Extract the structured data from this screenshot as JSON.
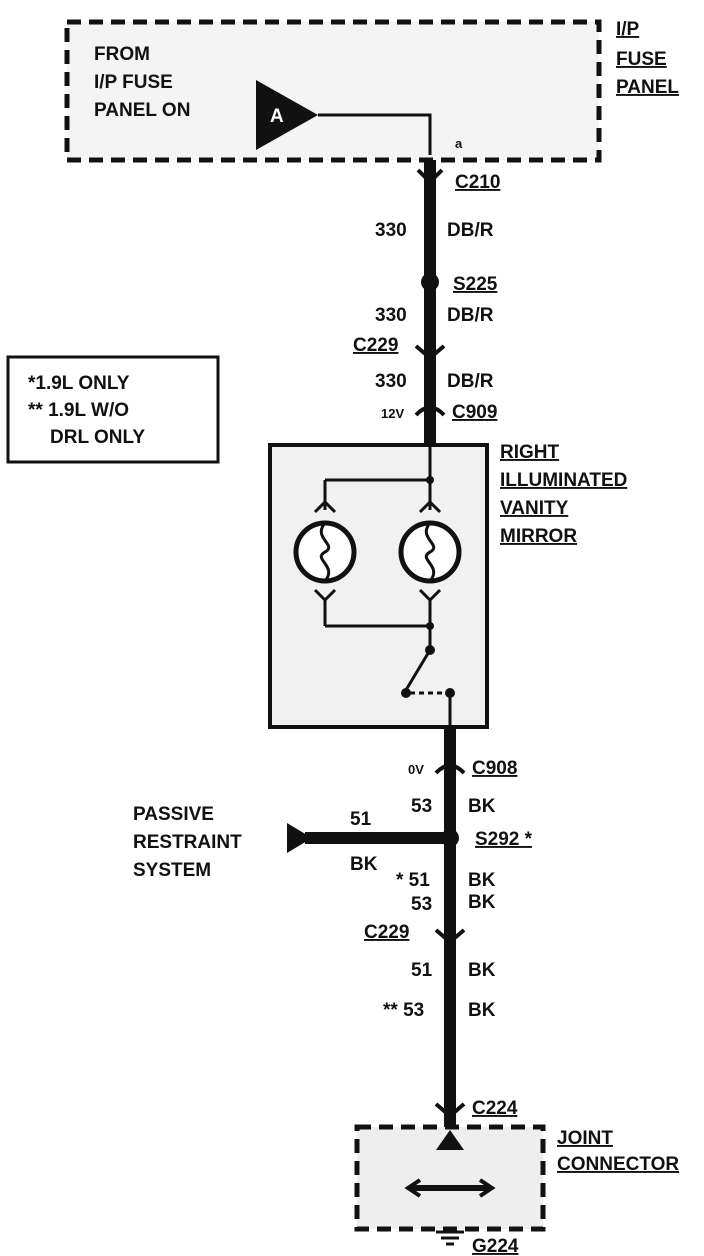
{
  "ip_fuse_panel": {
    "label_lines": [
      "I/P",
      "FUSE",
      "PANEL"
    ],
    "from_lines": [
      "FROM",
      "I/P FUSE",
      "PANEL ON"
    ],
    "arrow_letter": "A",
    "pin": "a"
  },
  "legend": {
    "lines": [
      "*1.9L   ONLY",
      "** 1.9L W/O",
      "DRL ONLY"
    ]
  },
  "wires": {
    "top_a": {
      "circuit": "330",
      "color": "DB/R"
    },
    "top_b": {
      "circuit": "330",
      "color": "DB/R"
    },
    "top_c": {
      "circuit": "330",
      "color": "DB/R"
    },
    "mid": {
      "circuit": "53",
      "color": "BK"
    },
    "passive": {
      "circuit": "51",
      "color": "BK"
    },
    "low_a": {
      "circuit": "* 51",
      "color": "BK"
    },
    "low_b": {
      "circuit": "53",
      "color": "BK"
    },
    "low_c": {
      "circuit": "51",
      "color": "BK"
    },
    "low_d": {
      "circuit": "** 53",
      "color": "BK"
    }
  },
  "connectors": {
    "c210": "C210",
    "s225": "S225",
    "c229_top": "C229",
    "c909": "C909",
    "c908": "C908",
    "s292": "S292 *",
    "c229_bottom": "C229",
    "c224": "C224",
    "g224": "G224"
  },
  "voltages": {
    "v12": "12V",
    "v0": "0V"
  },
  "mirror": {
    "label_lines": [
      "RIGHT",
      "ILLUMINATED",
      "VANITY",
      "MIRROR"
    ]
  },
  "passive_restraint": {
    "label_lines": [
      "PASSIVE",
      "RESTRAINT",
      "SYSTEM"
    ]
  },
  "joint_connector": {
    "label_lines": [
      "JOINT",
      "CONNECTOR"
    ]
  }
}
